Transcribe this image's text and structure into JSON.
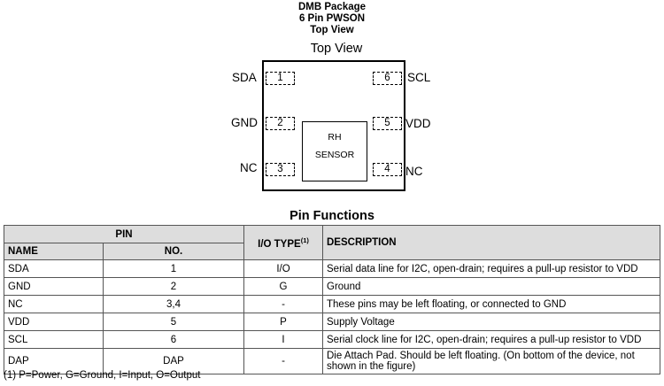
{
  "package": {
    "line1": "DMB Package",
    "line2": "6 Pin PWSON",
    "line3": "Top View"
  },
  "diagram": {
    "caption": "Top View",
    "pins": [
      {
        "label": "SDA",
        "number": "1"
      },
      {
        "label": "GND",
        "number": "2"
      },
      {
        "label": "NC",
        "number": "3"
      },
      {
        "label": "NC",
        "number": "4"
      },
      {
        "label": "VDD",
        "number": "5"
      },
      {
        "label": "SCL",
        "number": "6"
      }
    ],
    "sensor_line1": "RH",
    "sensor_line2": "SENSOR"
  },
  "table": {
    "title": "Pin Functions",
    "headers": {
      "pin": "PIN",
      "io_type": "I/O TYPE",
      "io_type_sup": "(1)",
      "description": "DESCRIPTION",
      "name": "NAME",
      "no": "NO."
    },
    "rows": [
      {
        "name": "SDA",
        "no": "1",
        "io": "I/O",
        "description": "Serial data line for I2C, open-drain; requires a pull-up resistor to VDD"
      },
      {
        "name": "GND",
        "no": "2",
        "io": "G",
        "description": "Ground"
      },
      {
        "name": "NC",
        "no": "3,4",
        "io": "-",
        "description": "These pins may be left floating, or connected to GND"
      },
      {
        "name": "VDD",
        "no": "5",
        "io": "P",
        "description": "Supply Voltage"
      },
      {
        "name": "SCL",
        "no": "6",
        "io": "I",
        "description": "Serial clock line for I2C, open-drain; requires a pull-up resistor to VDD"
      },
      {
        "name": "DAP",
        "no": "DAP",
        "io": "-",
        "description": "Die Attach Pad. Should be left floating. (On bottom of the device, not shown in the figure)"
      }
    ]
  },
  "footnote": "(1)   P=Power, G=Ground, I=Input, O=Output"
}
